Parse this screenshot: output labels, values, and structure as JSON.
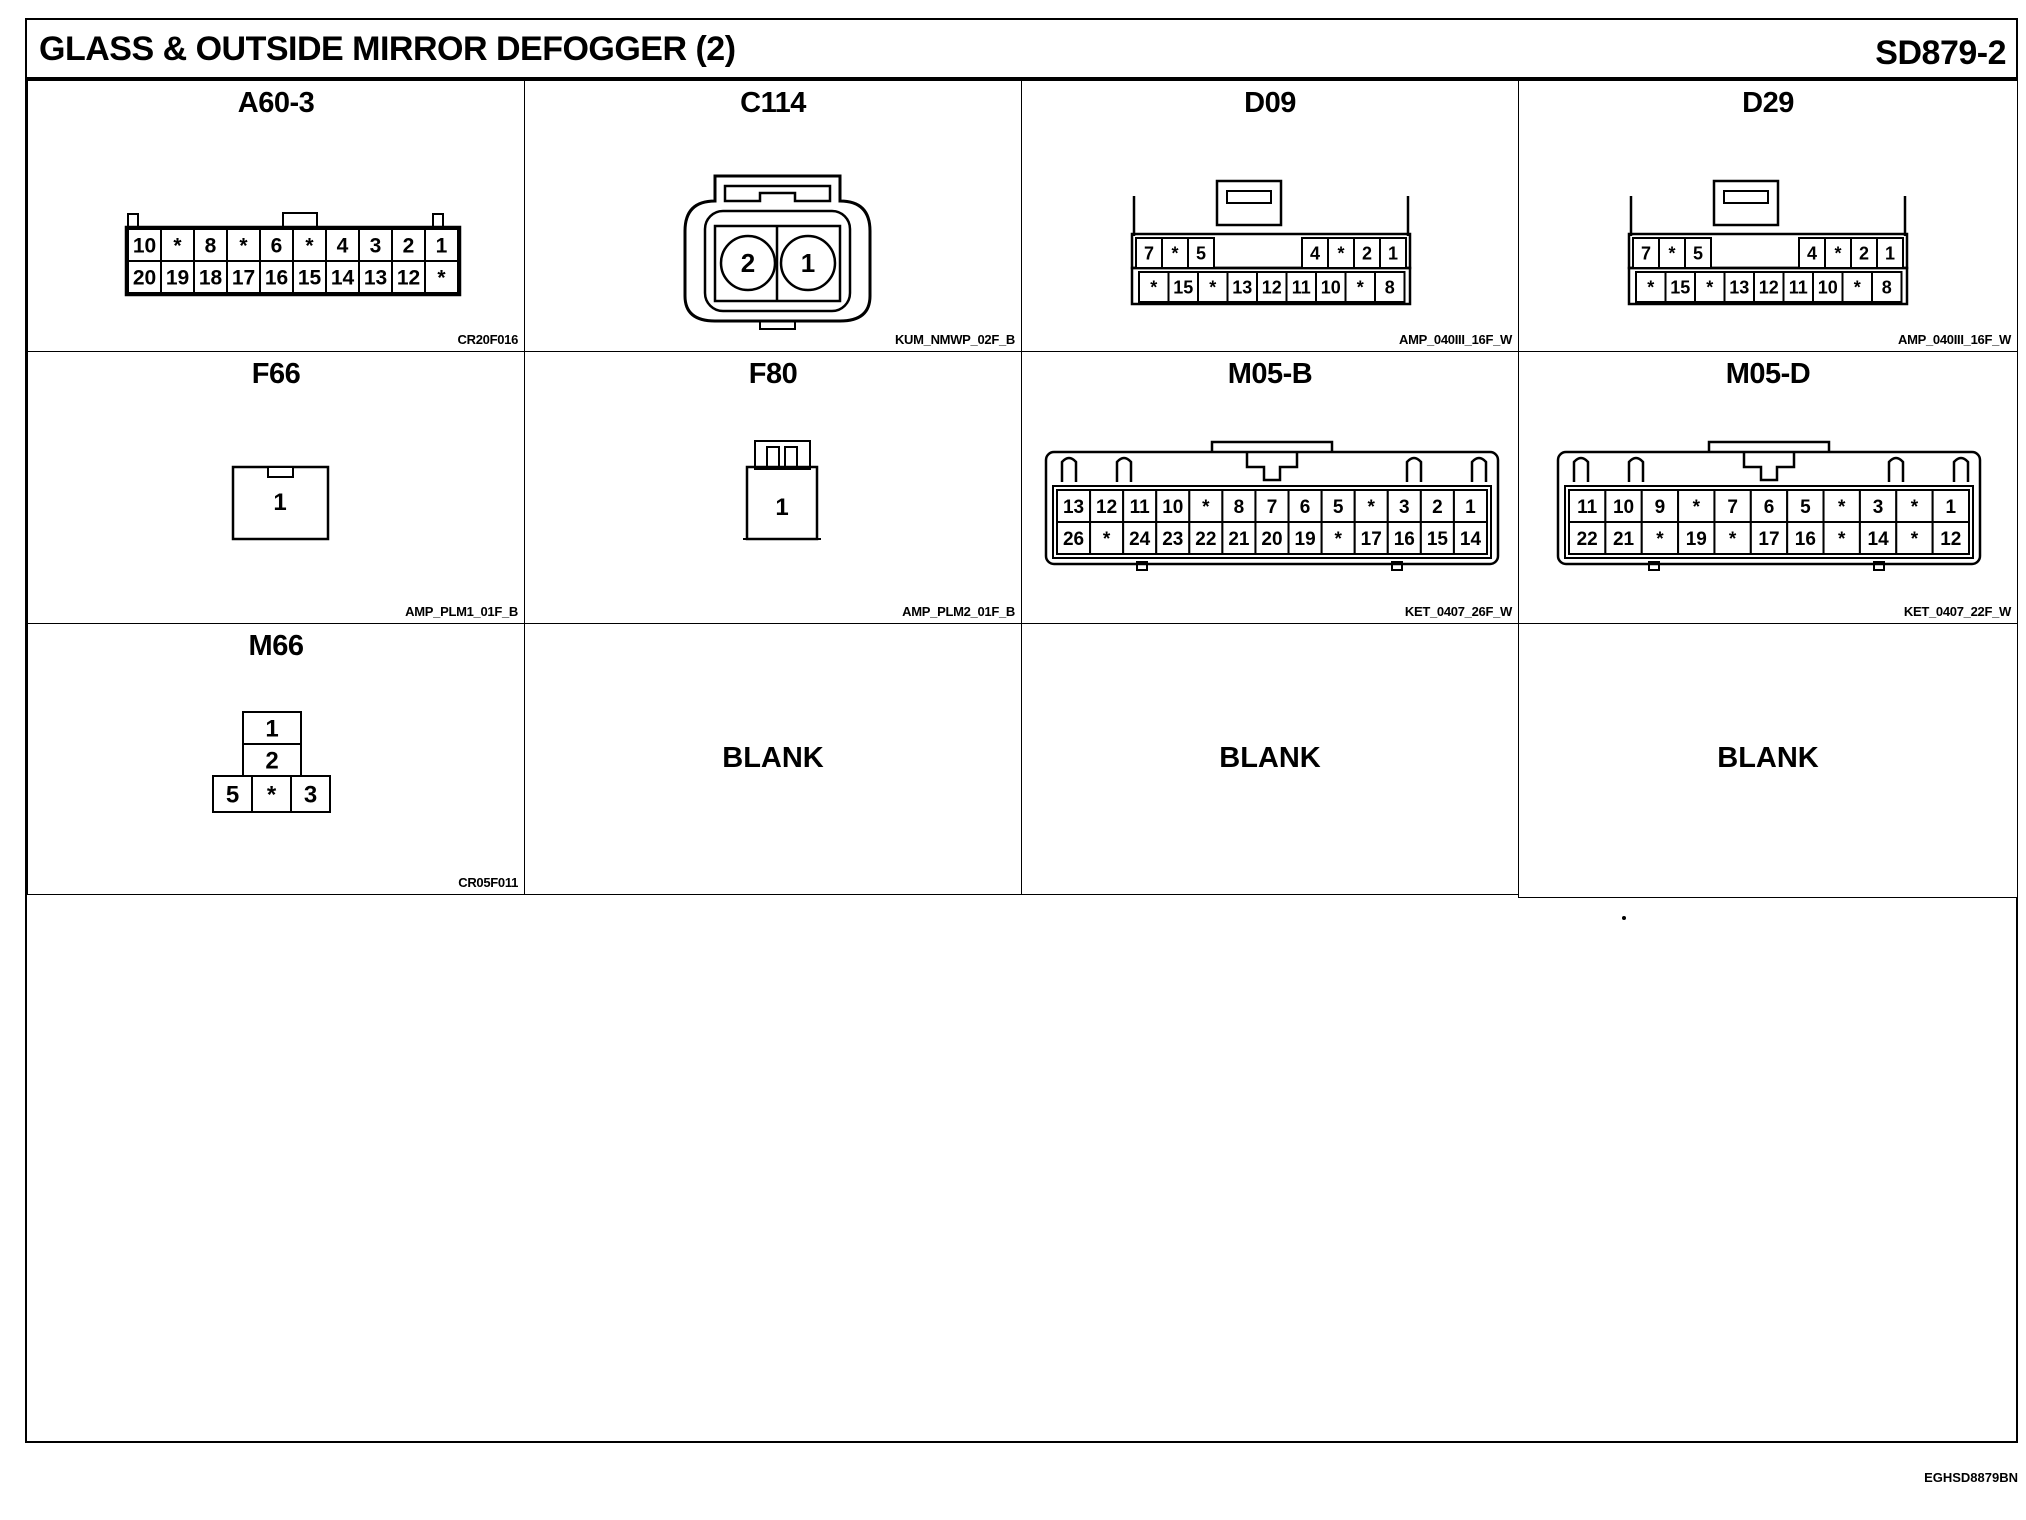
{
  "header": {
    "title": "GLASS & OUTSIDE MIRROR DEFOGGER (2)",
    "code": "SD879-2"
  },
  "footer": {
    "code": "EGHSD8879BN"
  },
  "cells": [
    {
      "id": "A60-3",
      "label": "A60-3",
      "part": "CR20F016",
      "row1": [
        "10",
        "*",
        "8",
        "*",
        "6",
        "*",
        "4",
        "3",
        "2",
        "1"
      ],
      "row2": [
        "20",
        "19",
        "18",
        "17",
        "16",
        "15",
        "14",
        "13",
        "12",
        "*"
      ]
    },
    {
      "id": "C114",
      "label": "C114",
      "part": "KUM_NMWP_02F_B",
      "pins": [
        "2",
        "1"
      ]
    },
    {
      "id": "D09",
      "label": "D09",
      "part": "AMP_040III_16F_W",
      "row1": [
        "7",
        "*",
        "5",
        "",
        "4",
        "*",
        "2",
        "1"
      ],
      "row2": [
        "*",
        "15",
        "*",
        "13",
        "12",
        "11",
        "10",
        "*",
        "8"
      ]
    },
    {
      "id": "D29",
      "label": "D29",
      "part": "AMP_040III_16F_W",
      "row1": [
        "7",
        "*",
        "5",
        "",
        "4",
        "*",
        "2",
        "1"
      ],
      "row2": [
        "*",
        "15",
        "*",
        "13",
        "12",
        "11",
        "10",
        "*",
        "8"
      ]
    },
    {
      "id": "F66",
      "label": "F66",
      "part": "AMP_PLM1_01F_B",
      "pins": [
        "1"
      ]
    },
    {
      "id": "F80",
      "label": "F80",
      "part": "AMP_PLM2_01F_B",
      "pins": [
        "1"
      ]
    },
    {
      "id": "M05-B",
      "label": "M05-B",
      "part": "KET_0407_26F_W",
      "row1": [
        "13",
        "12",
        "11",
        "10",
        "*",
        "8",
        "7",
        "6",
        "5",
        "*",
        "3",
        "2",
        "1"
      ],
      "row2": [
        "26",
        "*",
        "24",
        "23",
        "22",
        "21",
        "20",
        "19",
        "*",
        "17",
        "16",
        "15",
        "14"
      ]
    },
    {
      "id": "M05-D",
      "label": "M05-D",
      "part": "KET_0407_22F_W",
      "row1": [
        "11",
        "10",
        "9",
        "*",
        "7",
        "6",
        "5",
        "*",
        "3",
        "*",
        "1"
      ],
      "row2": [
        "22",
        "21",
        "*",
        "19",
        "*",
        "17",
        "16",
        "*",
        "14",
        "*",
        "12"
      ]
    },
    {
      "id": "M66",
      "label": "M66",
      "part": "CR05F011",
      "col": [
        "1",
        "2"
      ],
      "row": [
        "5",
        "*",
        "3"
      ]
    },
    {
      "id": "blank-1",
      "label": "",
      "blank": "BLANK"
    },
    {
      "id": "blank-2",
      "label": "",
      "blank": "BLANK"
    },
    {
      "id": "blank-3",
      "label": "",
      "blank": "BLANK"
    }
  ]
}
